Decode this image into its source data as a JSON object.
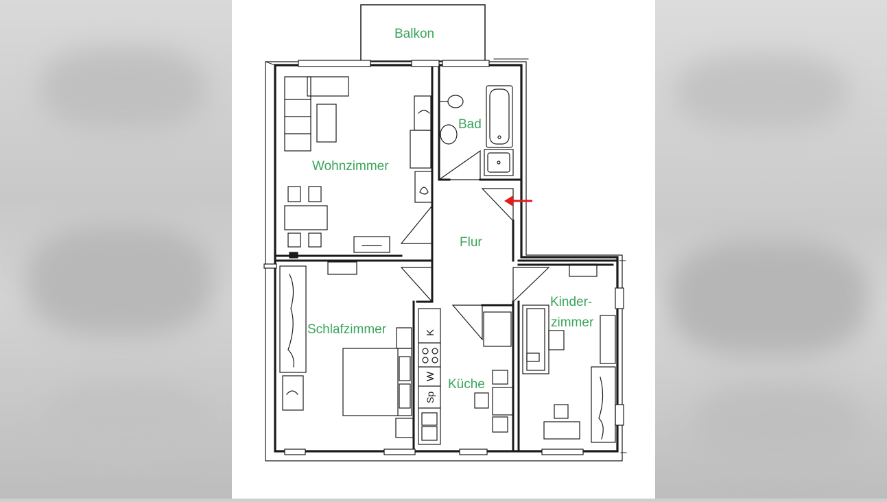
{
  "rooms": {
    "balkon": "Balkon",
    "wohnzimmer": "Wohnzimmer",
    "bad": "Bad",
    "flur": "Flur",
    "schlafzimmer": "Schlafzimmer",
    "kueche": "Küche",
    "kinderzimmer_line1": "Kinder-",
    "kinderzimmer_line2": "zimmer"
  },
  "kitchen_labels": {
    "kuehlschrank": "K",
    "waschmaschine": "W",
    "spuelmaschine": "Sp"
  },
  "colors": {
    "label": "#3aa55b",
    "walls": "#1a1a1a",
    "entrance_arrow": "#e21b1b",
    "background": "#ffffff"
  }
}
